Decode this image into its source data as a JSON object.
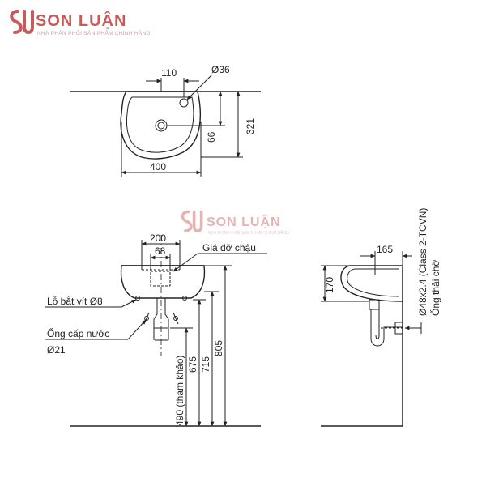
{
  "brand": {
    "name": "SON LUẬN",
    "tagline": "NHÀ PHÂN PHỐI SẢN PHẨM CHÍNH HÃNG",
    "logo_color": "#c75b5b"
  },
  "watermark": {
    "name": "SON LUẬN",
    "tagline": "NHÀ PHÂN PHỐI SẢN PHẨM CHÍNH HÃNG"
  },
  "top_view": {
    "dim_faucet_offset": "110",
    "dim_faucet_hole": "Ø36",
    "dim_drain_depth": "66",
    "dim_depth": "321",
    "dim_width": "400"
  },
  "front_view": {
    "dim_bracket_span": "200",
    "dim_bracket_inner": "68",
    "label_bracket": "Giá đỡ chậu",
    "label_screw_hole": "Lỗ bắt vít Ø8",
    "label_supply_1": "Ống cấp nước",
    "label_supply_2": "Ø21",
    "dim_490": "490 (tham khảo)",
    "dim_675": "675",
    "dim_715": "715",
    "dim_805": "805"
  },
  "side_view": {
    "dim_projection": "165",
    "dim_height": "170",
    "label_pipe_spec": "Ø48x2.4 (Class 2-TCVN)",
    "label_drain": "Ống thải chờ"
  }
}
